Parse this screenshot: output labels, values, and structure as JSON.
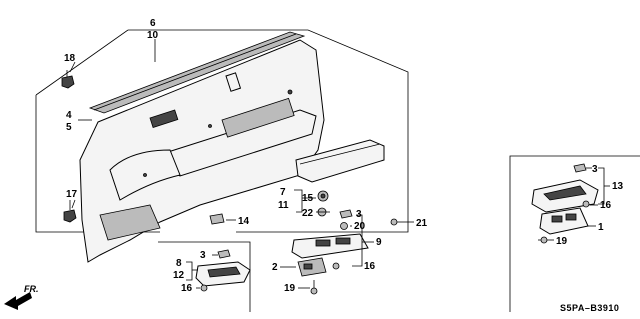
{
  "diagram_code": "S5PA–B3910",
  "direction_label": "FR.",
  "callouts": [
    {
      "id": "c6",
      "text": "6"
    },
    {
      "id": "c10",
      "text": "10"
    },
    {
      "id": "c18",
      "text": "18"
    },
    {
      "id": "c4",
      "text": "4"
    },
    {
      "id": "c5",
      "text": "5"
    },
    {
      "id": "c17",
      "text": "17"
    },
    {
      "id": "c14",
      "text": "14"
    },
    {
      "id": "c7",
      "text": "7"
    },
    {
      "id": "c11",
      "text": "11"
    },
    {
      "id": "c15",
      "text": "15"
    },
    {
      "id": "c22",
      "text": "22"
    },
    {
      "id": "c3a",
      "text": "3"
    },
    {
      "id": "c20",
      "text": "20"
    },
    {
      "id": "c21",
      "text": "21"
    },
    {
      "id": "c9",
      "text": "9"
    },
    {
      "id": "c2",
      "text": "2"
    },
    {
      "id": "c16a",
      "text": "16"
    },
    {
      "id": "c19a",
      "text": "19"
    },
    {
      "id": "c3b",
      "text": "3"
    },
    {
      "id": "c8",
      "text": "8"
    },
    {
      "id": "c12",
      "text": "12"
    },
    {
      "id": "c16b",
      "text": "16"
    },
    {
      "id": "c3c",
      "text": "3"
    },
    {
      "id": "c13",
      "text": "13"
    },
    {
      "id": "c16c",
      "text": "16"
    },
    {
      "id": "c1",
      "text": "1"
    },
    {
      "id": "c19b",
      "text": "19"
    }
  ]
}
